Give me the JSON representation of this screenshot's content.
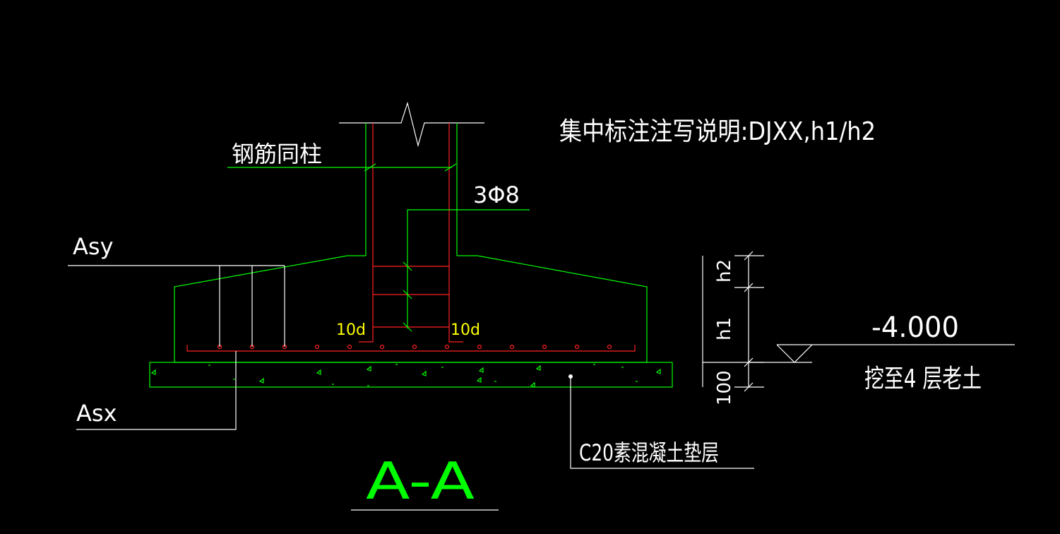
{
  "title": "集中标注注写说明:DJXX,h1/h2",
  "labels": {
    "column_rebar": "钢筋同柱",
    "stirrup": "3Φ8",
    "asy": "Asy",
    "asx": "Asx",
    "anchor_left": "10d",
    "anchor_right": "10d",
    "cushion": "C20素混凝土垫层",
    "section": "A-A"
  },
  "dimensions": {
    "h2": "h2",
    "h1": "h1",
    "cushion_thickness": "100"
  },
  "elevation": {
    "value": "-4.000",
    "note": "挖至4 层老土"
  },
  "colors": {
    "background": "#000000",
    "concrete_outline": "#00ff00",
    "rebar": "#ff2020",
    "text": "#ffffff",
    "anchor_text": "#ffff00",
    "section_title": "#00ff00"
  }
}
